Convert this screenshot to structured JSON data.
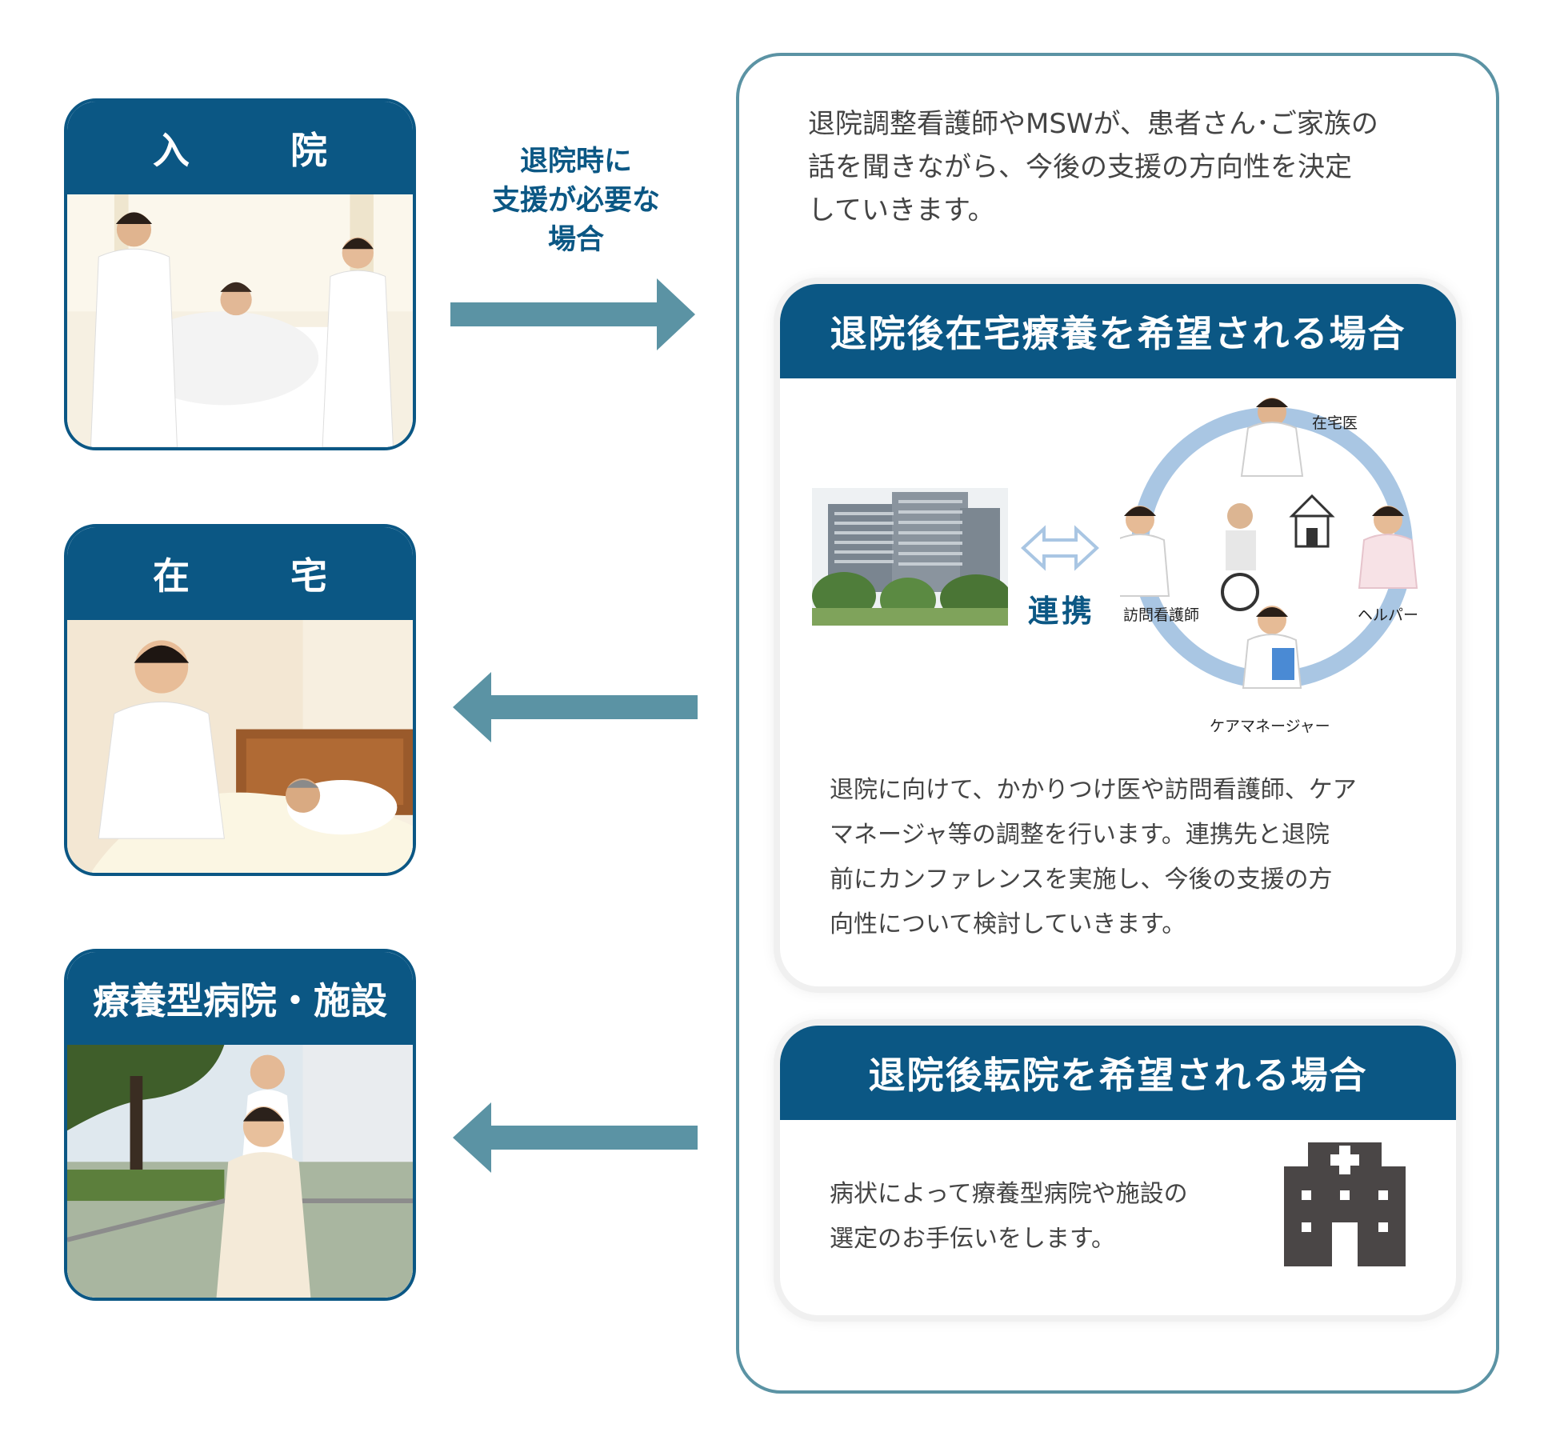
{
  "stages": [
    {
      "label": "入　院",
      "photo": "hospital-admission-photo"
    },
    {
      "label": "在　宅",
      "photo": "home-care-photo"
    },
    {
      "label": "療養型病院・施設",
      "photo": "care-facility-photo"
    }
  ],
  "arrow_caption": [
    "退院時に",
    "支援が必要な",
    "場合"
  ],
  "intro_lines": [
    "退院調整看護師やMSWが、患者さん･ご家族の",
    "話を聞きながら、今後の支援の方向性を決定",
    "していきます。"
  ],
  "home_card": {
    "title": "退院後在宅療養を希望される場合",
    "link_label": "連携",
    "roles": {
      "doctor": "在宅医",
      "nurse": "訪問看護師",
      "helper": "ヘルパー",
      "manager": "ケアマネージャー"
    },
    "body_lines": [
      "退院に向けて、かかりつけ医や訪問看護師、ケア",
      "マネージャ等の調整を行います。連携先と退院",
      "前にカンファレンスを実施し、今後の支援の方",
      "向性について検討していきます。"
    ]
  },
  "transfer_card": {
    "title": "退院後転院を希望される場合",
    "body_lines": [
      "病状によって療養型病院や施設の",
      "選定のお手伝いをします。"
    ]
  },
  "colors": {
    "primary": "#0b5784",
    "arrow": "#5b93a4",
    "circle": "#a9c6e3",
    "building_icon": "#4a4646"
  }
}
